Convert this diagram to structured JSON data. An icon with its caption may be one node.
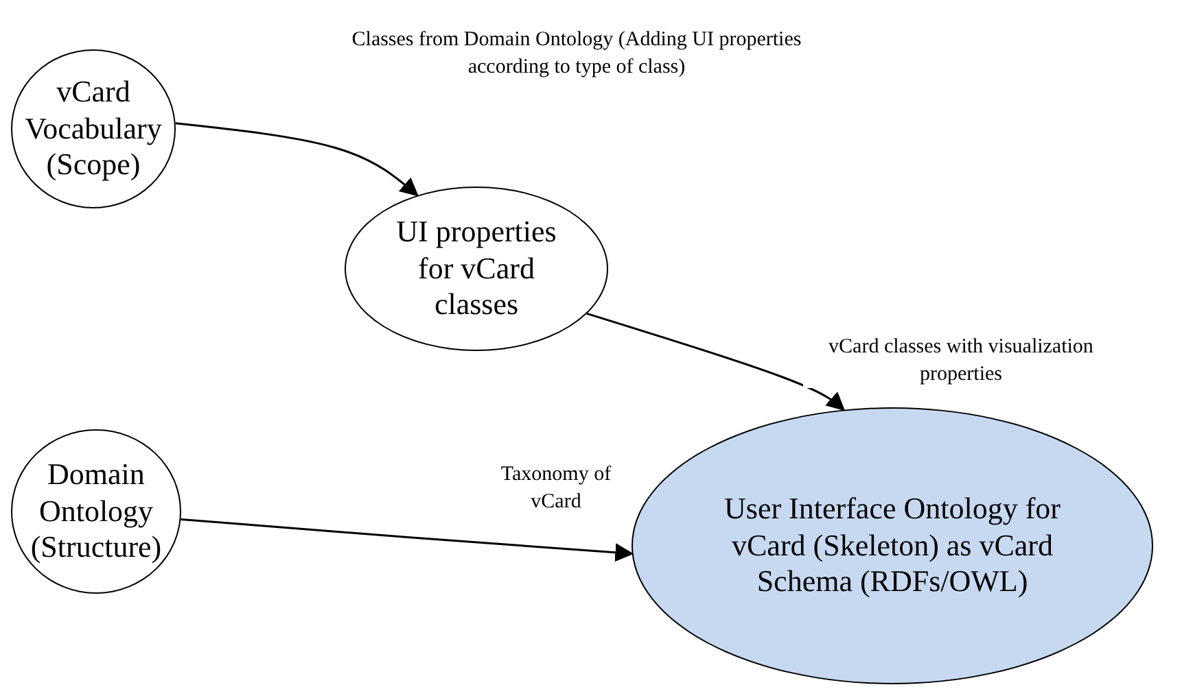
{
  "diagram": {
    "nodes": [
      {
        "text": [
          "vCard Vocabulary (Scope)"
        ]
      },
      {
        "text": [
          "UI properties for vCard classes"
        ]
      },
      {
        "text": [
          "Domain Ontology (Structure)"
        ]
      },
      {
        "text": [
          "User Interface Ontology for vCard (Skeleton) as vCard Schema (RDFs/OWL)"
        ]
      }
    ],
    "edges": [
      {
        "from": 0,
        "to": 1,
        "arrow": "to",
        "label": "Classes from Domain Ontology (Adding UI properties according to type of class)"
      },
      {
        "from": 1,
        "to": 3,
        "arrow": "to",
        "label": "vCard classes with visualization properties"
      },
      {
        "from": 2,
        "to": 3,
        "arrow": "to",
        "label": "Taxonomy of vCard"
      }
    ]
  }
}
